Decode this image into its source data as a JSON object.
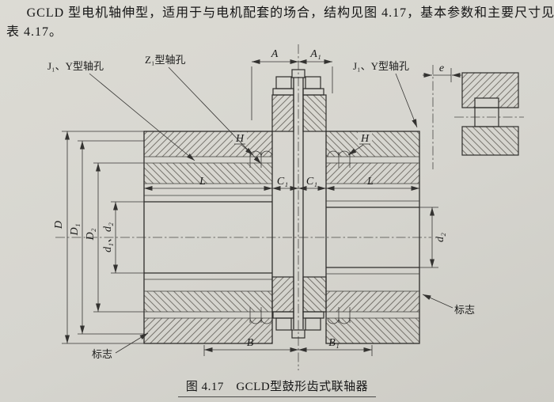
{
  "page": {
    "bg_color": "#d6d5cf",
    "ink_color": "#2e2d2b",
    "intro_line1": "GCLD 型电机轴伸型，适用于与电机配套的场合，结构见图 4.17，基本参数和主要尺寸见",
    "intro_line2": "表 4.17。",
    "caption": "图 4.17　GCLD型鼓形齿式联轴器"
  },
  "figure": {
    "callouts": {
      "left_hole": "J₁、Y型轴孔",
      "center_hole": "Z₁型轴孔",
      "right_hole": "J₁、Y型轴孔",
      "mark_left": "标志",
      "mark_right": "标志"
    },
    "dimensions": {
      "A": "A",
      "A1": "A₁",
      "e": "e",
      "H_left": "H",
      "H_right": "H",
      "L_left": "L",
      "C1_left": "C₁",
      "C1_right": "C₁",
      "L_right": "L",
      "D": "D",
      "D1": "D₁",
      "D2": "D₂",
      "d1d2": "d₁、d₂",
      "d2": "d₂",
      "B": "B",
      "B1": "B₁"
    }
  }
}
